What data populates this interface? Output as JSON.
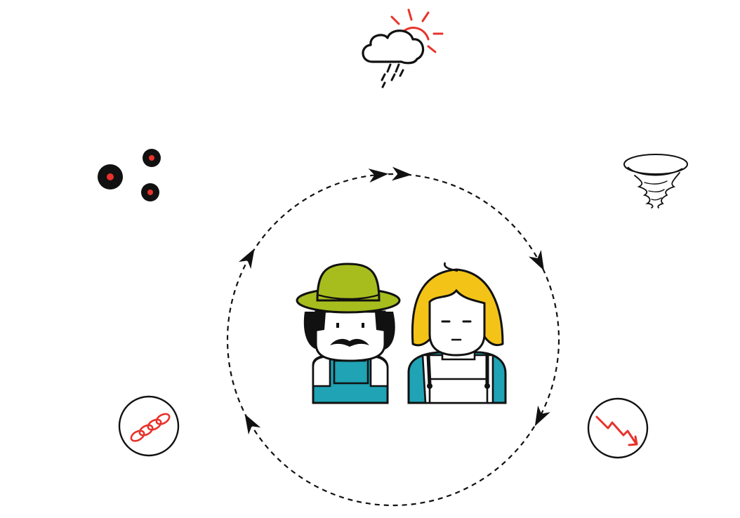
{
  "diagram": {
    "kind": "cycle",
    "center": [
      "farmer-man",
      "farmer-woman"
    ],
    "around": [
      "weather-rain-sun-icon",
      "tornado-icon",
      "decline-trend-icon",
      "chain-link-icon",
      "pest-spots-icon"
    ],
    "cycle_direction": "clockwise",
    "arrow_count": 6
  },
  "colors": {
    "ink": "#111111",
    "accent_red": "#e8322b",
    "hat_green": "#a7bd1e",
    "overall_teal": "#1fa3b5",
    "hair_yellow": "#f3c318",
    "skin": "#ffffff",
    "background": "#ffffff"
  }
}
